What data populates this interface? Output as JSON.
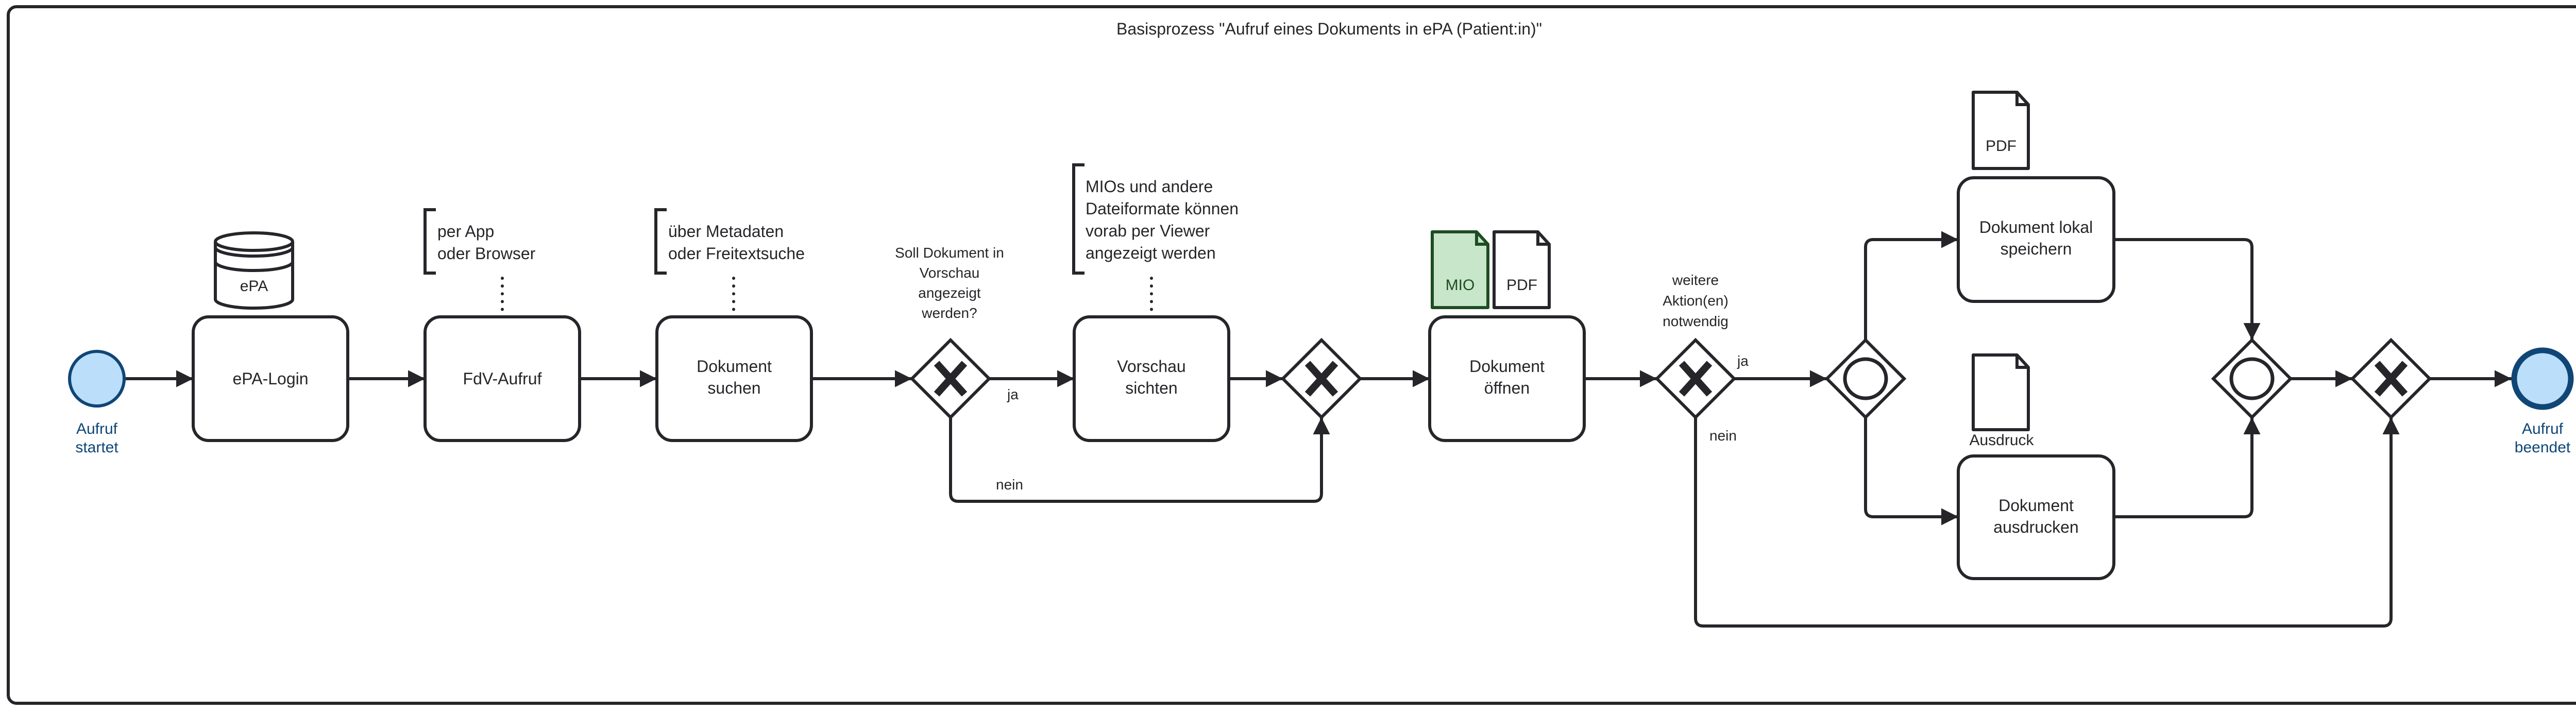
{
  "title": "Basisprozess \"Aufruf eines Dokuments in ePA (Patient:in)\"",
  "colors": {
    "stroke": "#26262a",
    "event_fill": "#bbdefb",
    "event_stroke": "#0f4676",
    "mio_fill": "#c8e6c9",
    "mio_stroke": "#1e4d23"
  },
  "events": {
    "start": {
      "lines": [
        "Aufruf",
        "startet"
      ],
      "type": "start"
    },
    "end": {
      "lines": [
        "Aufruf",
        "beendet"
      ],
      "type": "end"
    }
  },
  "tasks": {
    "login": {
      "lines": [
        "ePA-Login"
      ]
    },
    "fdv": {
      "lines": [
        "FdV-Aufruf"
      ]
    },
    "search": {
      "lines": [
        "Dokument",
        "suchen"
      ]
    },
    "preview": {
      "lines": [
        "Vorschau",
        "sichten"
      ]
    },
    "open": {
      "lines": [
        "Dokument",
        "öffnen"
      ]
    },
    "save": {
      "lines": [
        "Dokument lokal",
        "speichern"
      ]
    },
    "print": {
      "lines": [
        "Dokument",
        "ausdrucken"
      ]
    }
  },
  "gateways": {
    "preview_decision": {
      "type": "exclusive",
      "question": [
        "Soll Dokument in",
        "Vorschau",
        "angezeigt",
        "werden?"
      ]
    },
    "preview_join": {
      "type": "exclusive"
    },
    "action_decision": {
      "type": "exclusive",
      "question": [
        "weitere",
        "Aktion(en)",
        "notwendig"
      ]
    },
    "action_split": {
      "type": "inclusive"
    },
    "action_join": {
      "type": "inclusive"
    },
    "final_join": {
      "type": "exclusive"
    }
  },
  "flow_labels": {
    "preview_yes": "ja",
    "preview_no": "nein",
    "action_yes": "ja",
    "action_no": "nein"
  },
  "annotations": {
    "fdv": [
      "per App",
      "oder Browser"
    ],
    "search": [
      "über Metadaten",
      "oder Freitextsuche"
    ],
    "preview": [
      "MIOs und andere",
      "Dateiformate können",
      "vorab per Viewer",
      "angezeigt werden"
    ]
  },
  "data_objects": {
    "epa_store": {
      "label": "ePA",
      "icon": "database-icon"
    },
    "open_mio": {
      "label": "MIO",
      "icon": "document-icon"
    },
    "open_pdf": {
      "label": "PDF",
      "icon": "document-icon"
    },
    "save_pdf": {
      "label": "PDF",
      "icon": "document-icon"
    },
    "print_doc": {
      "label": "Ausdruck",
      "icon": "document-icon"
    }
  }
}
